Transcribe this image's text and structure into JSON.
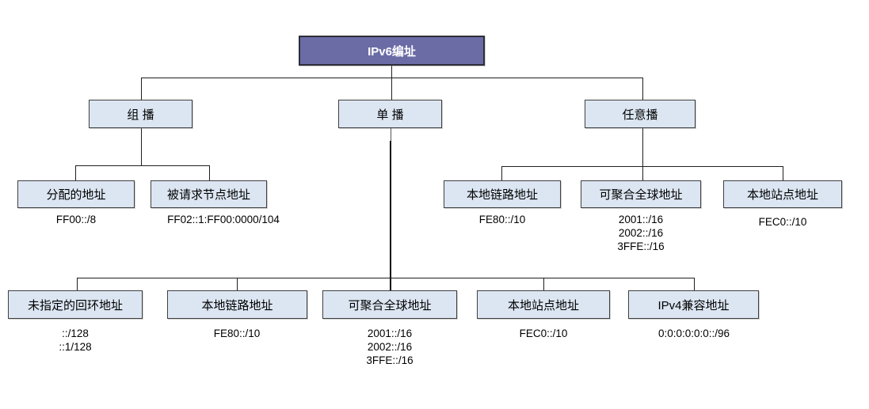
{
  "diagram": {
    "title": "IPv6编址",
    "root": {
      "label": "IPv6编址"
    },
    "branches": [
      {
        "label": "组 播",
        "children": [
          {
            "label": "分配的地址",
            "addresses": [
              "FF00::/8"
            ]
          },
          {
            "label": "被请求节点地址",
            "addresses": [
              "FF02::1:FF00:0000/104"
            ]
          }
        ]
      },
      {
        "label": "单 播",
        "children": [
          {
            "label": "未指定的回环地址",
            "addresses": [
              "::/128",
              "::1/128"
            ]
          },
          {
            "label": "本地链路地址",
            "addresses": [
              "FE80::/10"
            ]
          },
          {
            "label": "可聚合全球地址",
            "addresses": [
              "2001::/16",
              "2002::/16",
              "3FFE::/16"
            ]
          },
          {
            "label": "本地站点地址",
            "addresses": [
              "FEC0::/10"
            ]
          },
          {
            "label": "IPv4兼容地址",
            "addresses": [
              "0:0:0:0:0:0::/96"
            ]
          }
        ]
      },
      {
        "label": "任意播",
        "children": [
          {
            "label": "本地链路地址",
            "addresses": [
              "FE80::/10"
            ]
          },
          {
            "label": "可聚合全球地址",
            "addresses": [
              "2001::/16",
              "2002::/16",
              "3FFE::/16"
            ]
          },
          {
            "label": "本地站点地址",
            "addresses": [
              "FEC0::/10"
            ]
          }
        ]
      }
    ],
    "colors": {
      "root_bg": "#6b6ca6",
      "root_border": "#2e2e3a",
      "root_text": "#ffffff",
      "node_bg": "#dce6f2",
      "node_border": "#3f3f3f",
      "line": "#1f1f1f"
    }
  }
}
